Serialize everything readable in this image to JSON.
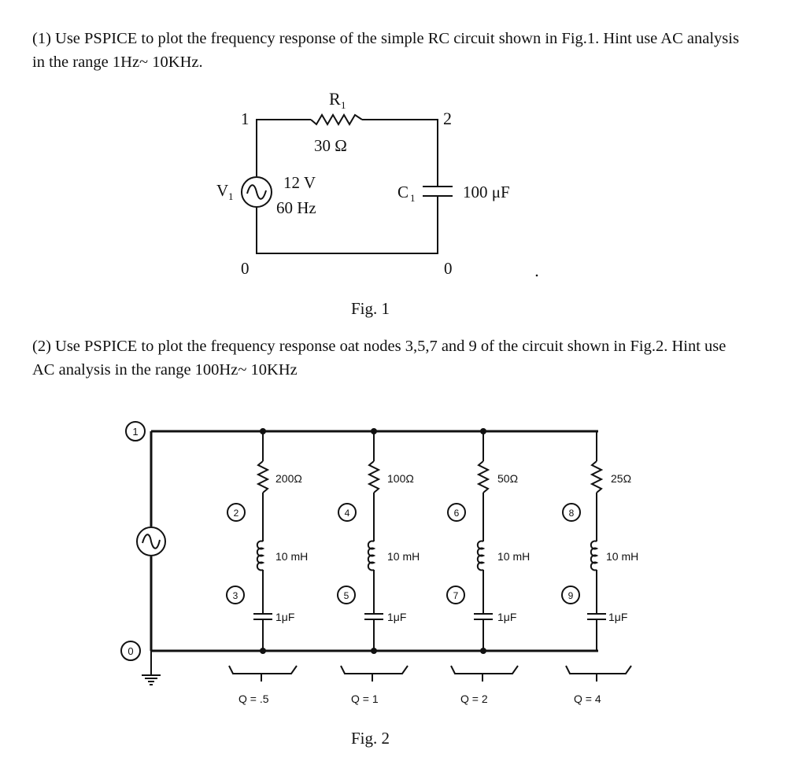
{
  "problem1": {
    "text": "(1) Use PSPICE to plot the frequency response of the simple RC circuit shown in Fig.1. Hint use AC analysis in the range 1Hz~ 10KHz."
  },
  "fig1": {
    "caption": "Fig. 1",
    "node_labels": [
      "1",
      "2",
      "0",
      "0"
    ],
    "resistor": {
      "name": "R",
      "sub": "1",
      "value": "30 Ω"
    },
    "source": {
      "name": "V",
      "sub": "1",
      "voltage": "12 V",
      "frequency": "60 Hz"
    },
    "capacitor": {
      "name": "C",
      "sub": "1",
      "value": "100 μF"
    }
  },
  "problem2": {
    "text": "(2) Use PSPICE to plot the frequency response oat nodes 3,5,7 and 9 of the circuit shown in Fig.2. Hint use AC analysis in the range 100Hz~ 10KHz"
  },
  "fig2": {
    "caption": "Fig. 2",
    "source_nodes": [
      "1",
      "0"
    ],
    "branches": [
      {
        "resistor": "200Ω",
        "inductor": "10 mH",
        "capacitor": "1μF",
        "node_top": "2",
        "node_bottom": "3",
        "q": "Q  =  .5"
      },
      {
        "resistor": "100Ω",
        "inductor": "10 mH",
        "capacitor": "1μF",
        "node_top": "4",
        "node_bottom": "5",
        "q": "Q  =  1"
      },
      {
        "resistor": "50Ω",
        "inductor": "10 mH",
        "capacitor": "1μF",
        "node_top": "6",
        "node_bottom": "7",
        "q": "Q  =  2"
      },
      {
        "resistor": "25Ω",
        "inductor": "10 mH",
        "capacitor": "1μF",
        "node_top": "8",
        "node_bottom": "9",
        "q": "Q  =  4"
      }
    ]
  }
}
